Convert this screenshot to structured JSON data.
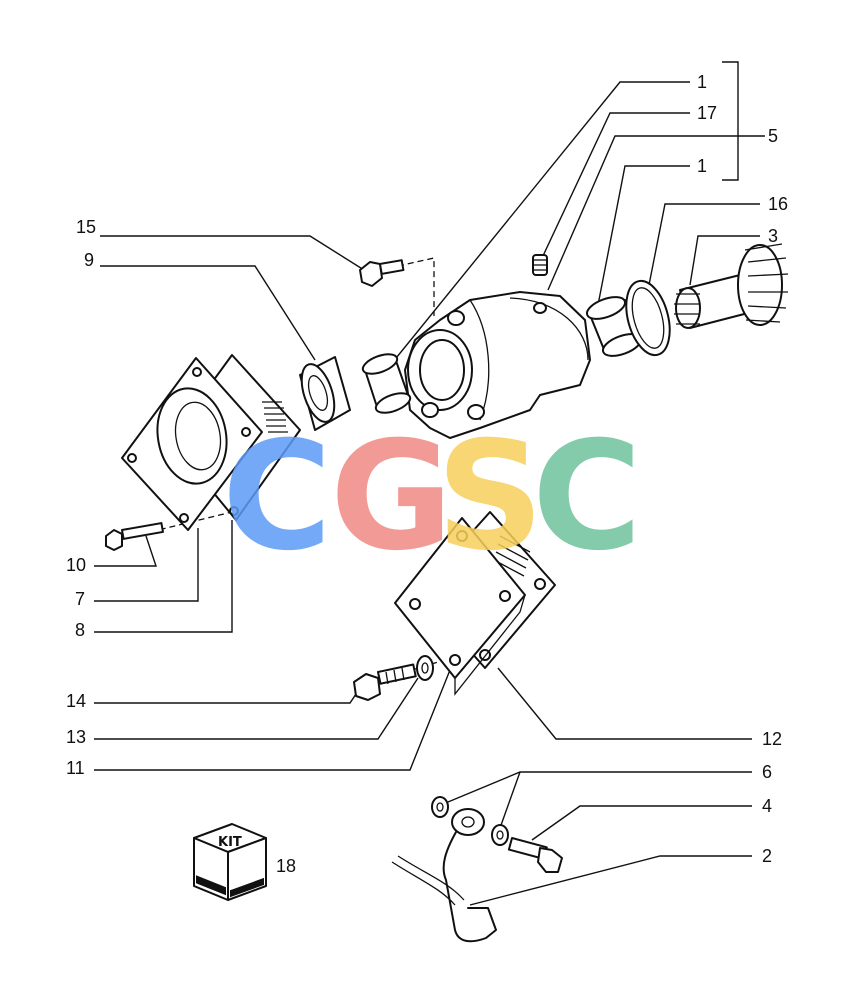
{
  "watermark": {
    "letters": [
      {
        "char": "C",
        "color": "#5b9bf5"
      },
      {
        "char": "G",
        "color": "#f08a84"
      },
      {
        "char": "S",
        "color": "#f7d05c"
      },
      {
        "char": "C",
        "color": "#6ec29d"
      }
    ]
  },
  "kit_icon": {
    "text": "KIT"
  },
  "callouts": [
    "1",
    "17",
    "5",
    "1",
    "16",
    "3",
    "15",
    "9",
    "10",
    "7",
    "8",
    "14",
    "13",
    "11",
    "12",
    "6",
    "4",
    "2",
    "18"
  ]
}
